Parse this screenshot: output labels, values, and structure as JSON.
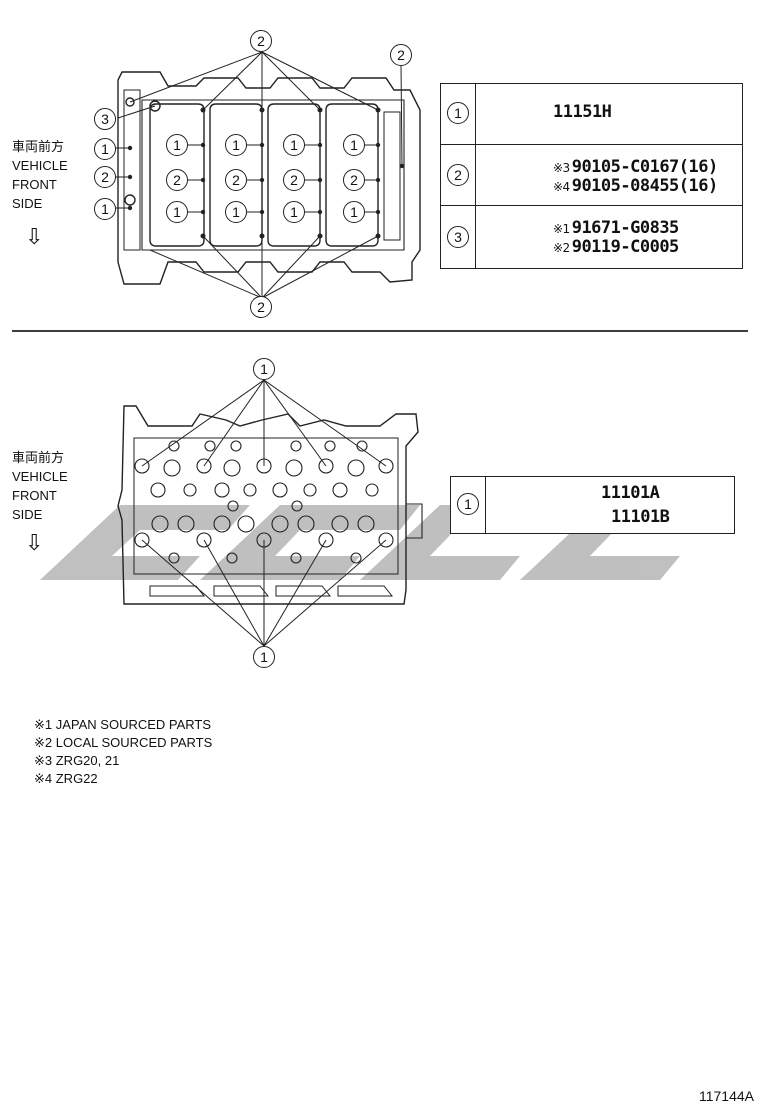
{
  "top_view": {
    "direction_label": {
      "jp": "車両前方",
      "line1": "VEHICLE",
      "line2": "FRONT",
      "line3": "SIDE"
    },
    "callouts": [
      "1",
      "2",
      "3"
    ],
    "parts_table": [
      {
        "ref": "1",
        "lines": [
          {
            "note": "",
            "part": "11151H"
          }
        ]
      },
      {
        "ref": "2",
        "lines": [
          {
            "note": "※3",
            "part": "90105-C0167(16)"
          },
          {
            "note": "※4",
            "part": "90105-08455(16)"
          }
        ]
      },
      {
        "ref": "3",
        "lines": [
          {
            "note": "※1",
            "part": "91671-G0835"
          },
          {
            "note": "※2",
            "part": "90119-C0005"
          }
        ]
      }
    ]
  },
  "bottom_view": {
    "direction_label": {
      "jp": "車両前方",
      "line1": "VEHICLE",
      "line2": "FRONT",
      "line3": "SIDE"
    },
    "callout": "1",
    "parts_table": [
      {
        "ref": "1",
        "lines": [
          {
            "note": "",
            "part": "11101A"
          },
          {
            "note": "",
            "part": "11101B"
          }
        ]
      }
    ]
  },
  "notes": [
    "※1 JAPAN SOURCED PARTS",
    "※2 LOCAL SOURCED PARTS",
    "※3 ZRG20, 21",
    "※4 ZRG22"
  ],
  "figure_number": "117144A",
  "colors": {
    "line": "#222222",
    "watermark": "#b9b9b9"
  }
}
